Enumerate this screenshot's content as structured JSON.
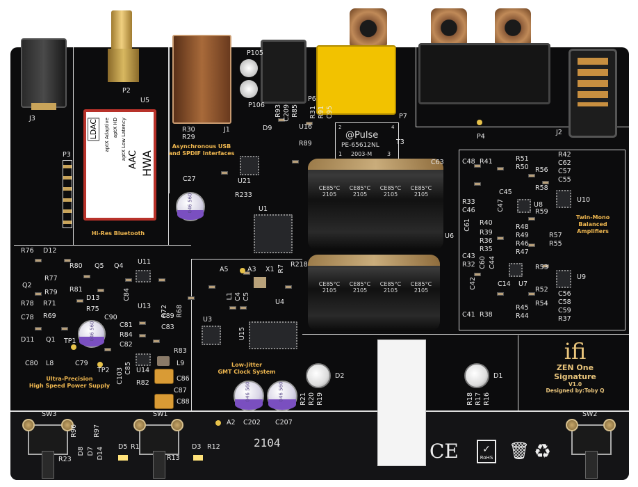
{
  "board": {
    "colors": {
      "pcb": "#0c0c0d",
      "silkscreen": "#e8e8e8",
      "section_label": "#f0b850",
      "logo": "#e9c57c",
      "coax": "#f2c200"
    },
    "sections": {
      "bluetooth": "Hi-Res Bluetooth",
      "usb": [
        "Asynchronous USB",
        "and SPDIF Interfaces"
      ],
      "amps": [
        "Twin-Mono",
        "Balanced",
        "Amplifiers"
      ],
      "power": [
        "Ultra-Precision",
        "High Speed Power Supply"
      ],
      "clock": [
        "Low-Jitter",
        "GMT Clock System"
      ]
    },
    "bt_module": {
      "ldac": "LDAC",
      "aptx_adaptive": "aptX Adaptive",
      "aptx_hd": "aptX HD",
      "aptx_ll": "aptX Low Latency",
      "aac": "AAC",
      "hwa": "HWA"
    },
    "transformer": {
      "brand": "Pulse",
      "part": "PE-65612NL",
      "code": "2003-M",
      "pins": [
        "2",
        "4",
        "1",
        "3"
      ]
    },
    "big_cap_text": "CE85°C 2105",
    "small_cap_text": "046 560",
    "logo": {
      "brand": "ifi",
      "model": "ZEN One",
      "edition": "Signature",
      "version": "V1.0",
      "designer": "Designed by:Toby Q"
    },
    "marks": [
      "CE",
      "RoHS"
    ],
    "board_code": "2104",
    "designators": [
      "J3",
      "P2",
      "U5",
      "P105",
      "P106",
      "P6",
      "J1",
      "R30",
      "R29",
      "C209",
      "R85",
      "R93",
      "D9",
      "U16",
      "R31",
      "R91",
      "C95",
      "R89",
      "P7",
      "T3",
      "P4",
      "J2",
      "P3",
      "U21",
      "R233",
      "C27",
      "U1",
      "C63",
      "U6",
      "U10",
      "U8",
      "U7",
      "U9",
      "R76",
      "D12",
      "R80",
      "Q5",
      "Q4",
      "U11",
      "Q2",
      "R77",
      "R79",
      "R81",
      "D13",
      "R75",
      "C84",
      "R72",
      "R68",
      "U13",
      "R78",
      "R71",
      "C78",
      "R69",
      "C90",
      "C89",
      "C81",
      "C83",
      "R84",
      "C82",
      "D11",
      "Q1",
      "TP1",
      "C80",
      "L8",
      "C79",
      "TP2",
      "R83",
      "L9",
      "C86",
      "C87",
      "C88",
      "R82",
      "U14",
      "C103",
      "C85",
      "U3",
      "U15",
      "A5",
      "A3",
      "X1",
      "R7",
      "R218",
      "L1",
      "C4",
      "C5",
      "U4",
      "D2",
      "D1",
      "R21",
      "R20",
      "R19",
      "R18",
      "R17",
      "R16",
      "A2",
      "C202",
      "C207",
      "SW3",
      "SW1",
      "SW2",
      "R96",
      "R97",
      "R23",
      "D8",
      "D7",
      "D14",
      "D5",
      "R1",
      "R13",
      "D3",
      "R12",
      "C48",
      "R41",
      "R51",
      "R50",
      "R56",
      "R42",
      "C62",
      "C57",
      "C55",
      "R58",
      "C45",
      "R59",
      "R33",
      "C46",
      "R40",
      "R39",
      "R36",
      "R35",
      "R48",
      "R49",
      "R46",
      "R47",
      "R57",
      "R55",
      "C43",
      "R32",
      "R53",
      "C60",
      "C14",
      "R52",
      "R54",
      "C56",
      "C58",
      "C59",
      "R37",
      "R45",
      "R44",
      "R38",
      "C41",
      "C42",
      "C47",
      "C44",
      "C61"
    ]
  }
}
